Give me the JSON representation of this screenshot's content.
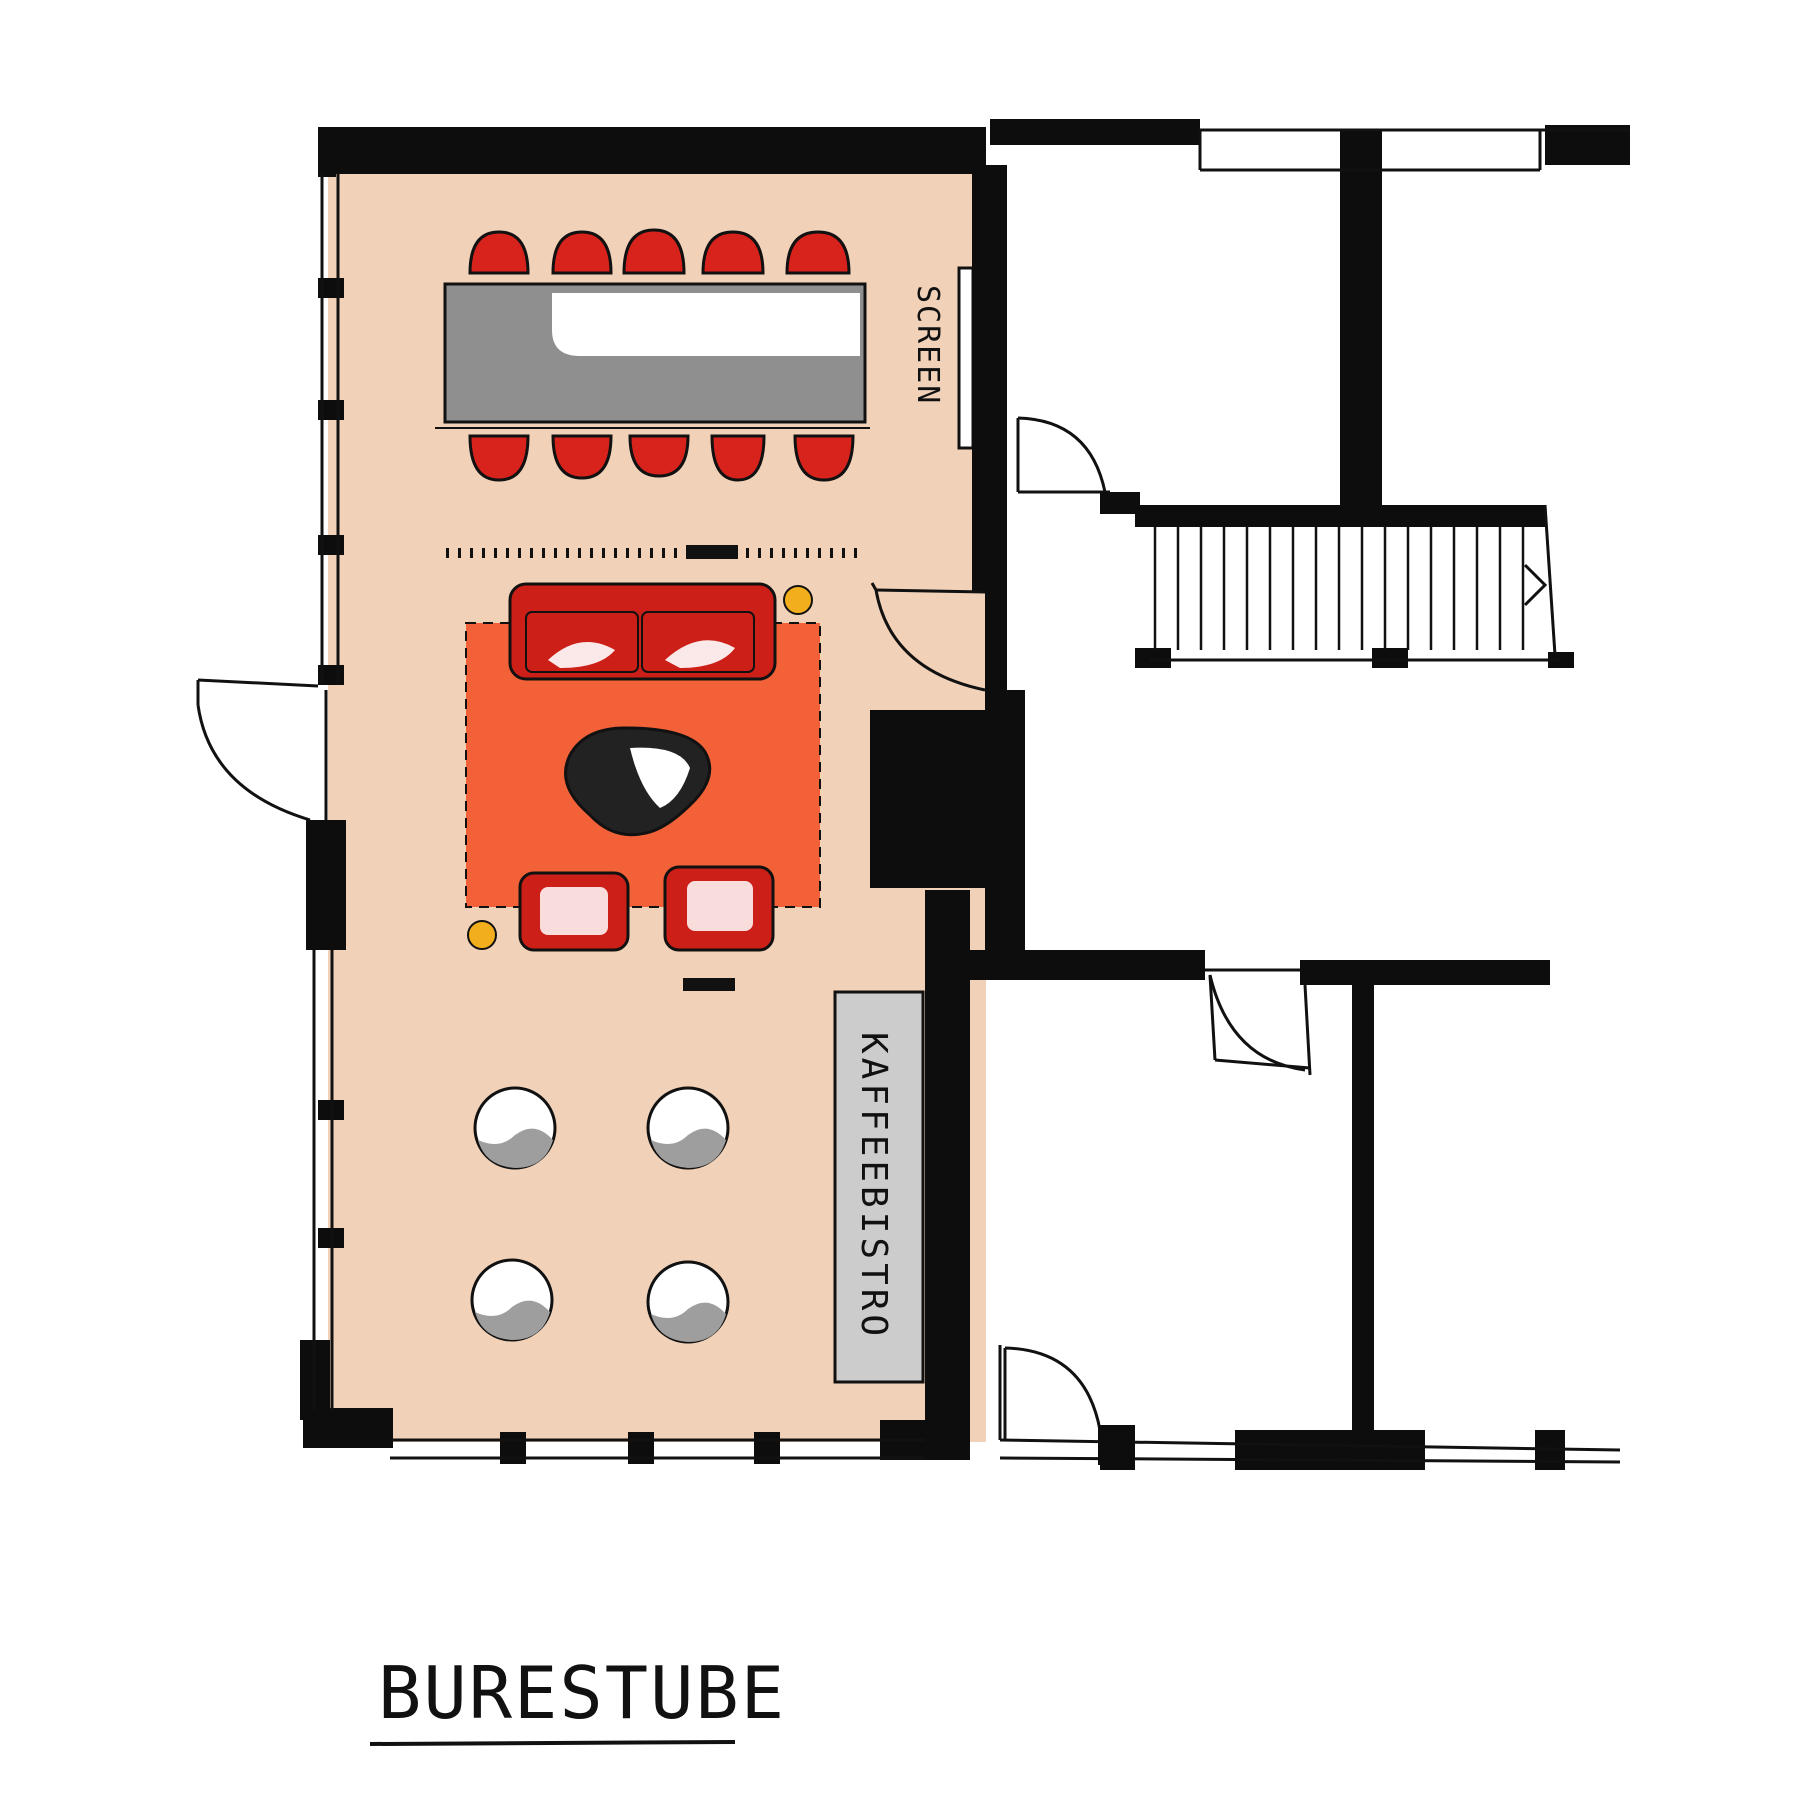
{
  "plan": {
    "title": "BURESTUBE",
    "labels": {
      "screen": "SCREEN",
      "kaffeebistro": "KAFFEEBISTRO"
    }
  },
  "colors": {
    "floor": "#f1d2b9",
    "wall": "#0d0d0d",
    "chair_red": "#d8231d",
    "rug": "#f26137",
    "sofa_red": "#cc1f18",
    "table_gray": "#8f8f8f",
    "lamp_yellow": "#f2ae1c",
    "stool_gray": "#9e9e9e",
    "counter_gray": "#cccccc"
  },
  "icons": {
    "door": "door-swing-icon",
    "stairs": "stair-arrow-icon",
    "chair": "chair-icon",
    "sofa": "sofa-icon",
    "armchair": "armchair-icon",
    "lamp": "floor-lamp-icon",
    "stool": "round-stool-icon"
  }
}
